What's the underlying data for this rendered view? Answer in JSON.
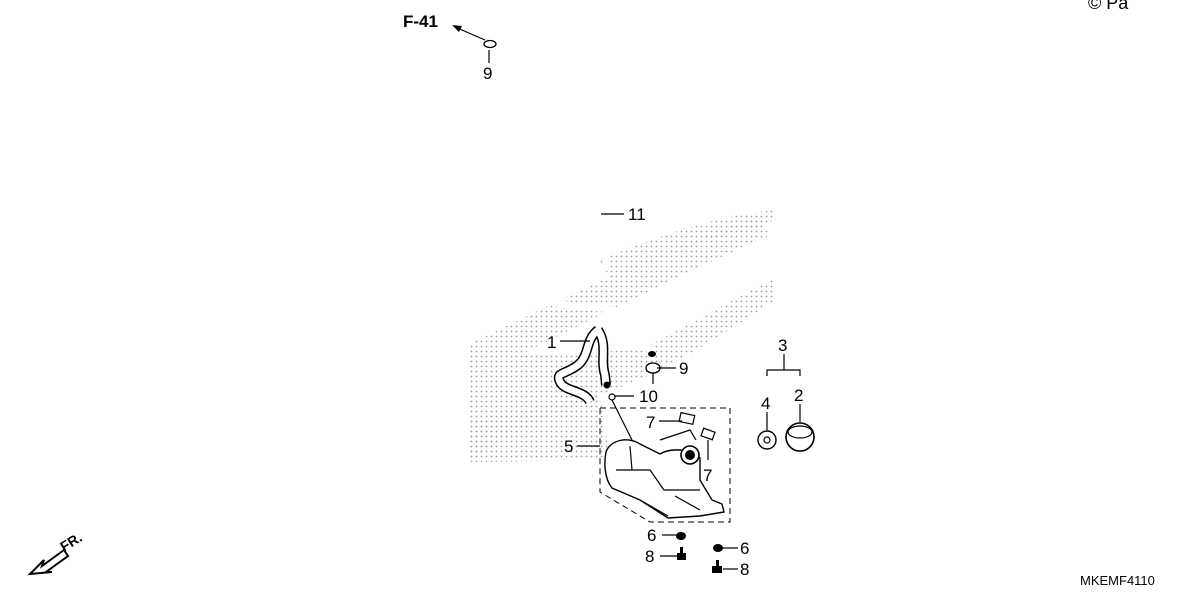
{
  "diagram": {
    "reference_label": "F-41",
    "copyright_fragment": "© Pa",
    "drawing_code": "MKEMF4110",
    "front_marker": "FR.",
    "callouts": {
      "c1": "1",
      "c2": "2",
      "c3": "3",
      "c4": "4",
      "c5": "5",
      "c6a": "6",
      "c6b": "6",
      "c7a": "7",
      "c7b": "7",
      "c8a": "8",
      "c8b": "8",
      "c9a": "9",
      "c9b": "9",
      "c10": "10",
      "c11": "11"
    },
    "colors": {
      "line": "#000000",
      "watermark_dots": "#9a9a9a",
      "background": "#ffffff"
    }
  }
}
